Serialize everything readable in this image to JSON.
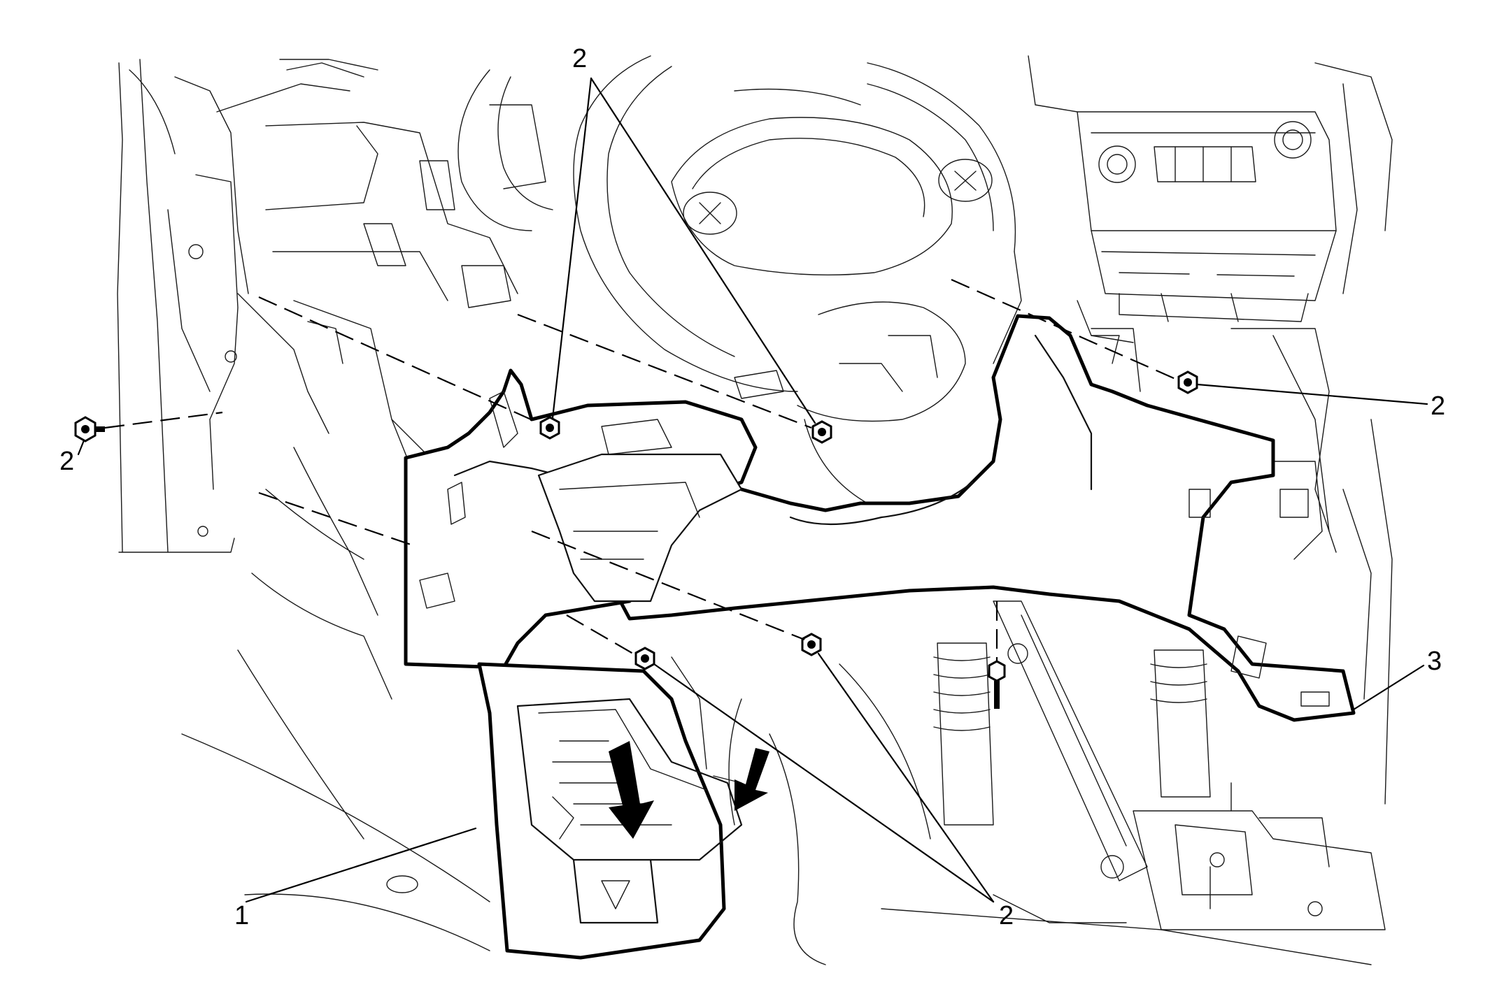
{
  "diagram": {
    "callouts": [
      {
        "id": "c-top",
        "label": "2"
      },
      {
        "id": "c-right",
        "label": "2"
      },
      {
        "id": "c-left",
        "label": "2"
      },
      {
        "id": "c-bottom",
        "label": "2"
      },
      {
        "id": "c-one",
        "label": "1"
      },
      {
        "id": "c-three",
        "label": "3"
      }
    ],
    "icons": {
      "fastener": "bolt-icon",
      "arrow": "down-arrow-icon"
    },
    "colors": {
      "ink": "#000000",
      "paper": "#ffffff"
    }
  }
}
